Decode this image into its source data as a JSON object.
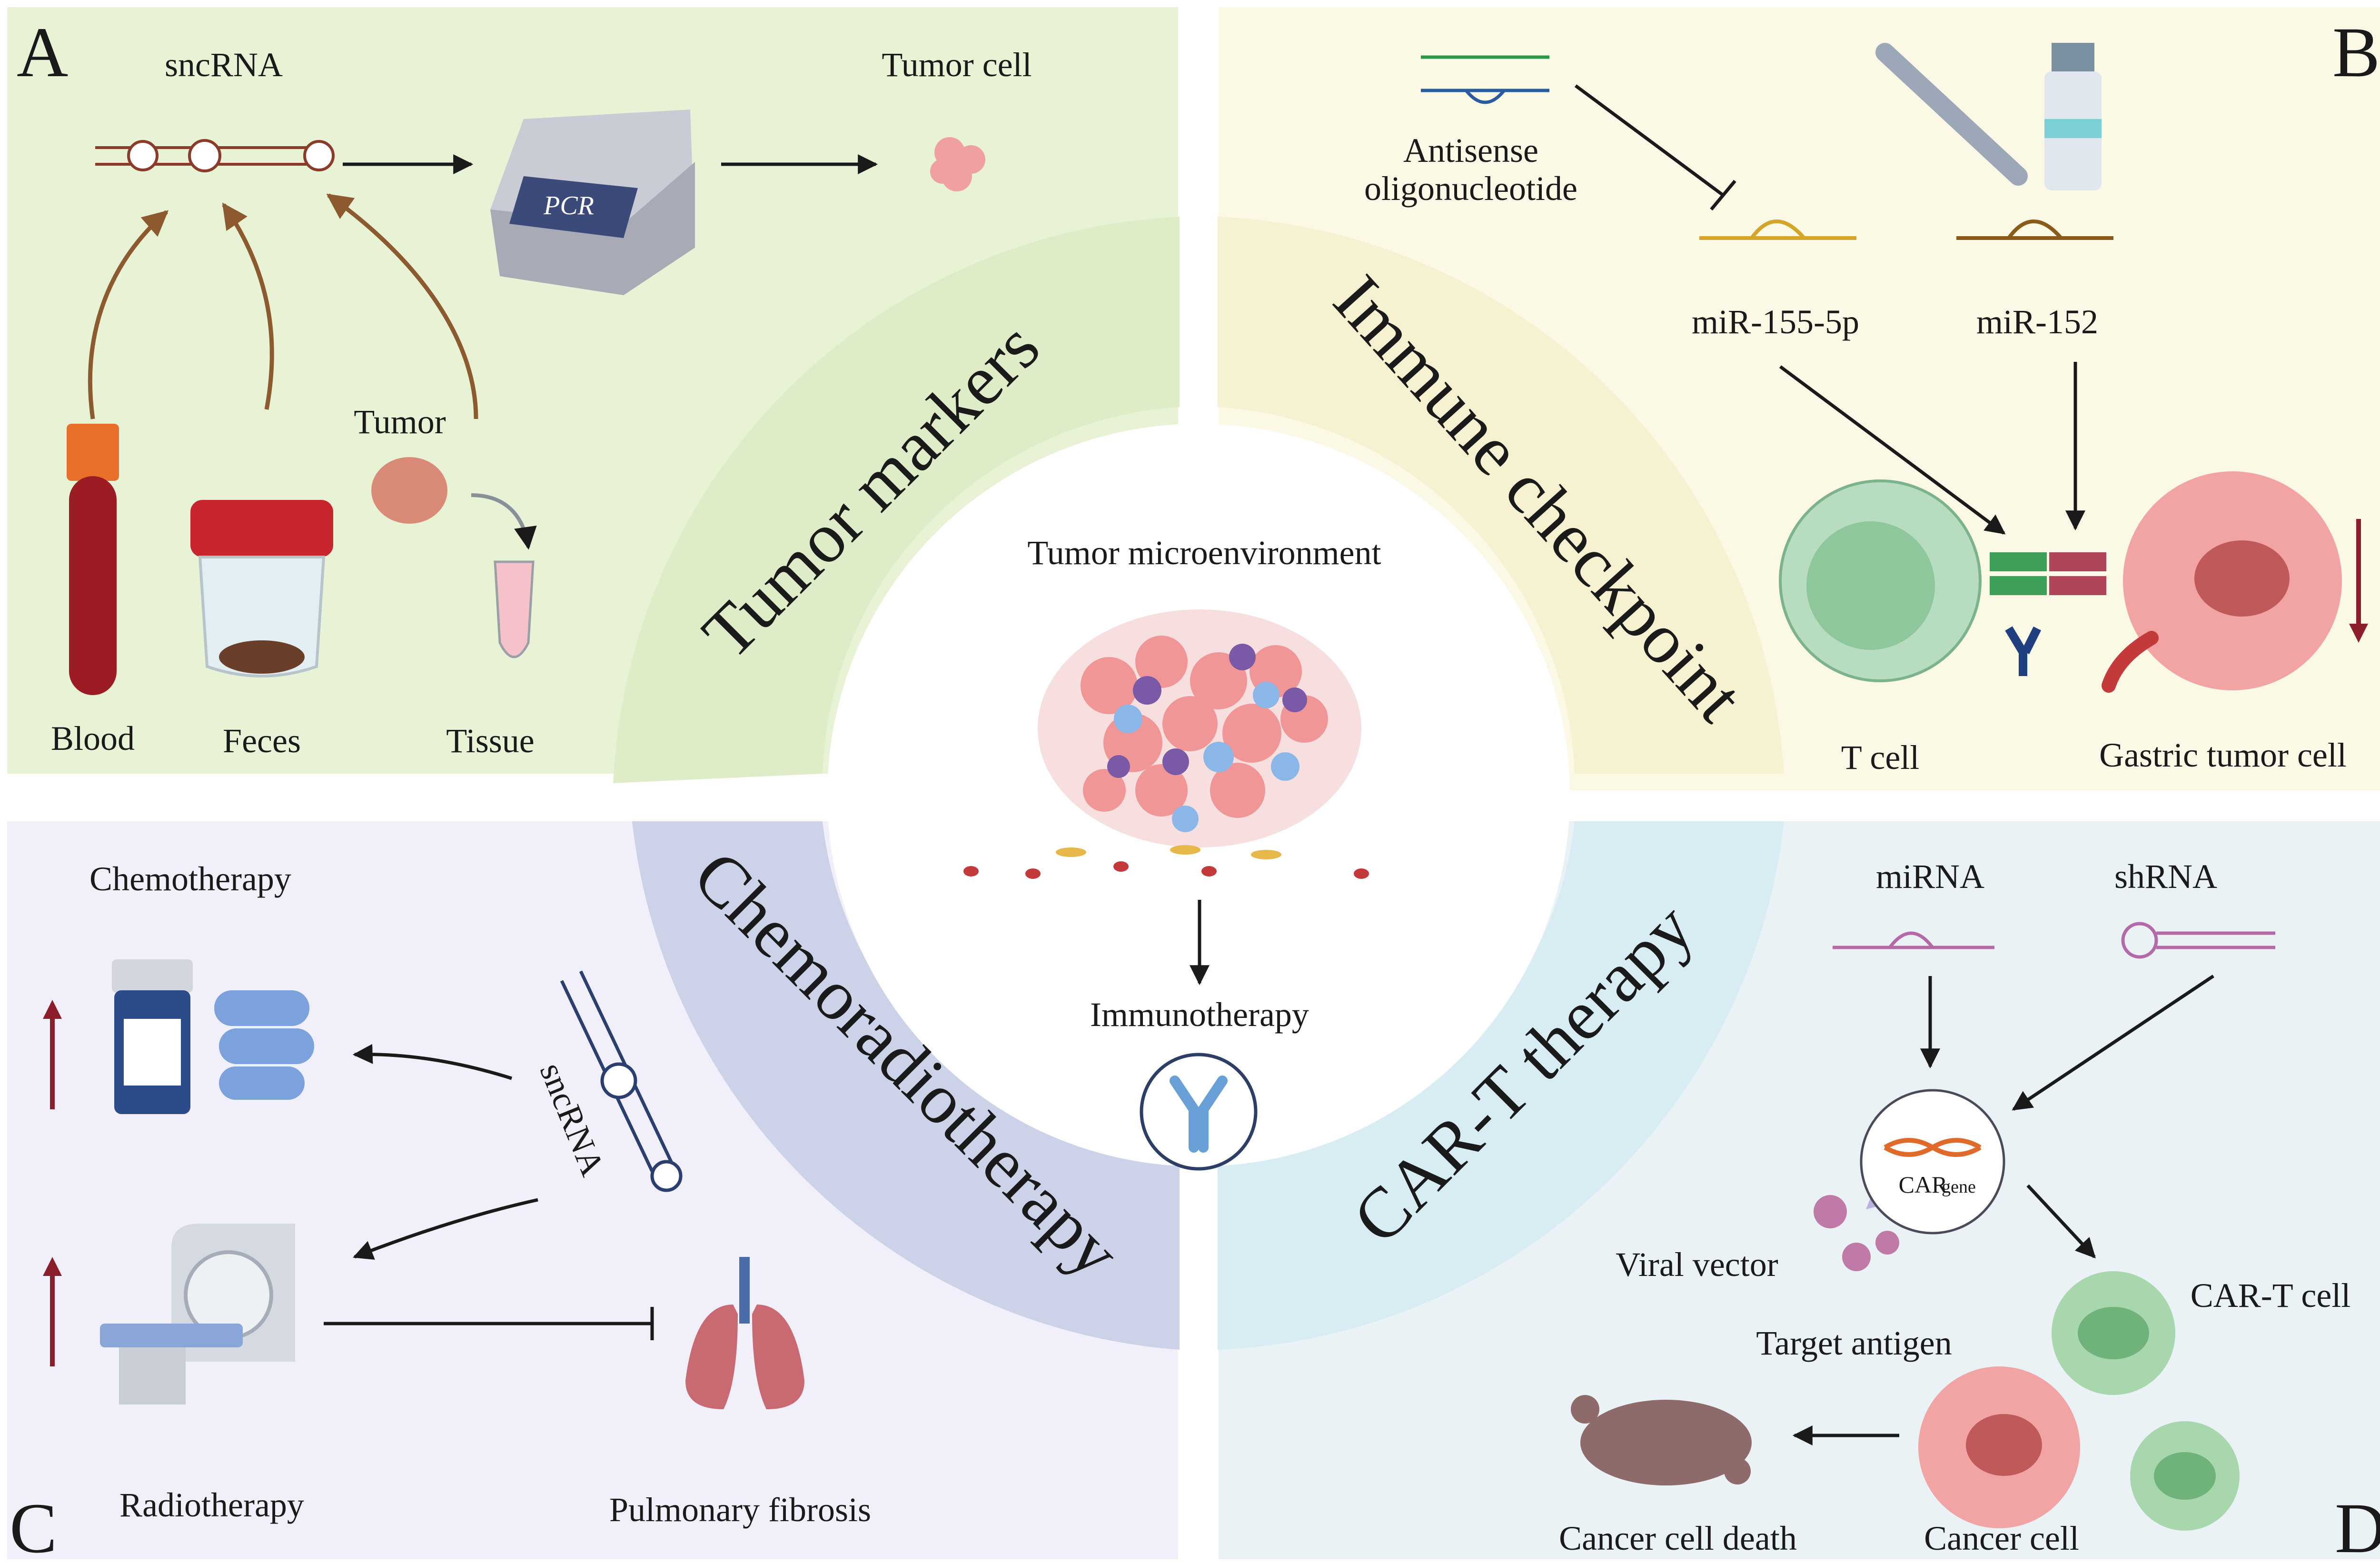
{
  "panels": {
    "a": {
      "letter": "A",
      "sncrna": "sncRNA",
      "tumor_cell": "Tumor cell",
      "pcr": "PCR",
      "tumor": "Tumor",
      "blood": "Blood",
      "feces": "Feces",
      "tissue": "Tissue"
    },
    "b": {
      "letter": "B",
      "antisense_line1": "Antisense",
      "antisense_line2": "oligonucleotide",
      "mir155": "miR-155-5p",
      "mir152": "miR-152",
      "t_cell": "T cell",
      "gastric": "Gastric tumor cell"
    },
    "c": {
      "letter": "C",
      "chemotherapy": "Chemotherapy",
      "radiotherapy": "Radiotherapy",
      "pulmonary": "Pulmonary fibrosis",
      "sncrna": "sncRNA"
    },
    "d": {
      "letter": "D",
      "mirna": "miRNA",
      "shrna": "shRNA",
      "car": "CAR",
      "gene": "gene",
      "viral_vector": "Viral vector",
      "cart_cell": "CAR-T cell",
      "target_antigen": "Target antigen",
      "cancer_cell": "Cancer cell",
      "cancer_death": "Cancer cell death"
    }
  },
  "ring": {
    "tumor_markers": "Tumor markers",
    "immune_checkpoint": "Immune checkpoint",
    "chemoradiotherapy": "Chemoradiotherapy",
    "car_t": "CAR-T therapy"
  },
  "center": {
    "tme": "Tumor microenvironment",
    "immunotherapy": "Immunotherapy"
  },
  "colors": {
    "panel_a": "#e8f3d6",
    "panel_b": "#fbf8e6",
    "panel_c": "#f1effa",
    "panel_d": "#eaf2f6",
    "ring_a": "#deedc8",
    "ring_b": "#f5f1d1",
    "ring_c": "#ccd2e8",
    "ring_d": "#d7ecf3",
    "rna_brown": "#8a3b2a",
    "arrow_brown": "#8c5a2e",
    "dark_red": "#8b1e2a"
  }
}
